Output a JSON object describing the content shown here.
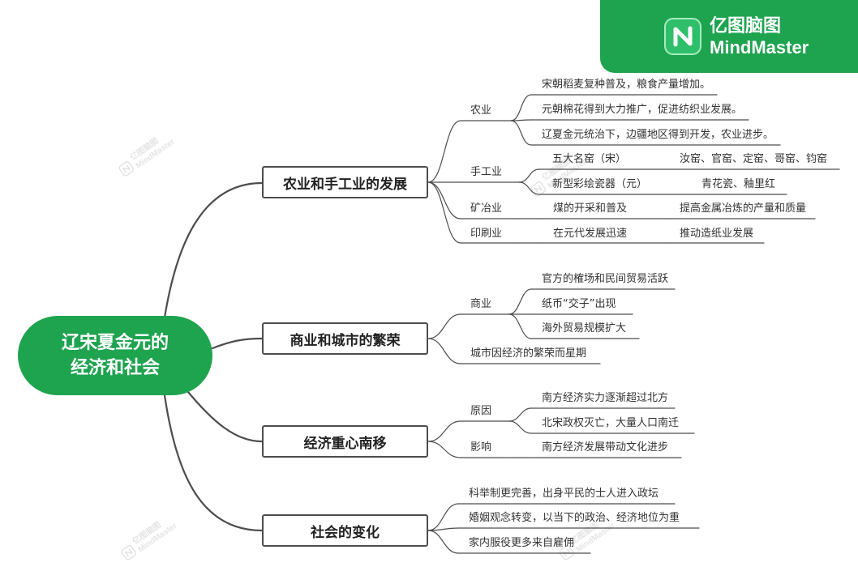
{
  "theme": {
    "accent": "#1ea34f",
    "line": "#4d4d4d",
    "text": "#333333"
  },
  "brand": {
    "icon": "mindmaster-logo-icon",
    "name_cn": "亿图脑图",
    "name_en": "MindMaster"
  },
  "watermark": {
    "icon": "mindmaster-logo-icon",
    "name_cn": "亿图脑图",
    "name_en": "MindMaster"
  },
  "central_topic": {
    "lines": [
      "辽宋夏金元的",
      "经济和社会"
    ]
  },
  "branches": [
    {
      "label": "农业和手工业的发展",
      "children": [
        {
          "label": "农业",
          "children": [
            {
              "label": "宋朝稻麦复种普及，粮食产量增加。"
            },
            {
              "label": "元朝棉花得到大力推广，促进纺织业发展。"
            },
            {
              "label": "辽夏金元统治下，边疆地区得到开发，农业进步。"
            }
          ]
        },
        {
          "label": "手工业",
          "children": [
            {
              "label": "五大名窑（宋）",
              "children": [
                {
                  "label": "汝窑、官窑、定窑、哥窑、钧窑"
                }
              ]
            },
            {
              "label": "新型彩绘瓷器（元）",
              "children": [
                {
                  "label": "青花瓷、釉里红"
                }
              ]
            }
          ]
        },
        {
          "label": "矿冶业",
          "children": [
            {
              "label": "煤的开采和普及",
              "children": [
                {
                  "label": "提高金属冶炼的产量和质量"
                }
              ]
            }
          ]
        },
        {
          "label": "印刷业",
          "children": [
            {
              "label": "在元代发展迅速",
              "children": [
                {
                  "label": "推动造纸业发展"
                }
              ]
            }
          ]
        }
      ]
    },
    {
      "label": "商业和城市的繁荣",
      "children": [
        {
          "label": "商业",
          "children": [
            {
              "label": "官方的榷场和民间贸易活跃"
            },
            {
              "label": "纸币“交子”出现"
            },
            {
              "label": "海外贸易规模扩大"
            }
          ]
        },
        {
          "label": "城市因经济的繁荣而星期"
        }
      ]
    },
    {
      "label": "经济重心南移",
      "children": [
        {
          "label": "原因",
          "children": [
            {
              "label": "南方经济实力逐渐超过北方"
            },
            {
              "label": "北宋政权灭亡，大量人口南迁"
            }
          ]
        },
        {
          "label": "影响",
          "children": [
            {
              "label": "南方经济发展带动文化进步"
            }
          ]
        }
      ]
    },
    {
      "label": "社会的变化",
      "children": [
        {
          "label": "科举制更完善，出身平民的士人进入政坛"
        },
        {
          "label": "婚姻观念转变，以当下的政治、经济地位为重"
        },
        {
          "label": "家内服役更多来自雇佣"
        }
      ]
    }
  ]
}
